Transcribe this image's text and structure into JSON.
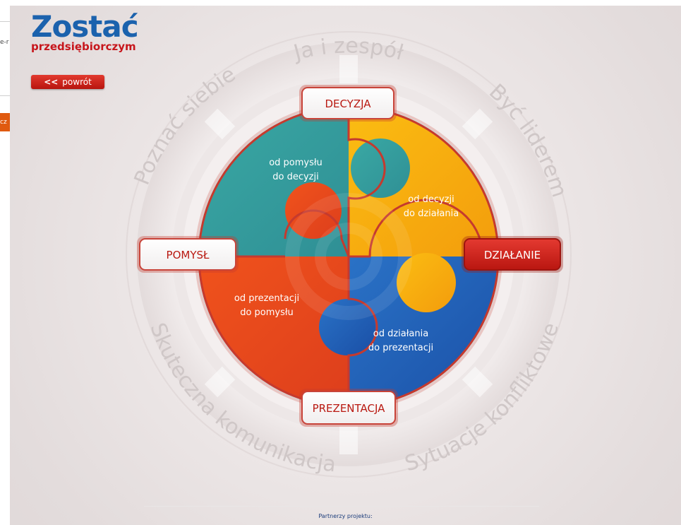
{
  "logo": {
    "title": "Zostać",
    "subtitle": "przedsiębiorczym"
  },
  "back_button": {
    "label": "powrót",
    "chevron": "<<"
  },
  "ring_labels": {
    "top": "Ja i zespół",
    "top_right": "Być liderem",
    "bottom_right": "Sytuacje konfliktowe",
    "bottom": "Skuteczna komunikacja",
    "top_left": "Poznać siebie"
  },
  "stage_buttons": {
    "top": "DECYZJA",
    "right": "DZIAŁANIE",
    "bottom": "PREZENTACJA",
    "left": "POMYSŁ"
  },
  "puzzle_pieces": {
    "teal": [
      "od pomysłu",
      "do decyzji"
    ],
    "yellow": [
      "od decyzji",
      "do działania"
    ],
    "orange": [
      "od prezentacji",
      "do pomysłu"
    ],
    "blue": [
      "od działania",
      "do prezentacji"
    ]
  },
  "footer": {
    "partners": "Partnerzy projektu:"
  },
  "colors": {
    "brand_blue": "#1b62ad",
    "brand_red": "#c7161c",
    "teal": "#3ba3a2",
    "yellow": "#f5b50f",
    "orange": "#e8501f",
    "blue": "#1f5eb8"
  }
}
